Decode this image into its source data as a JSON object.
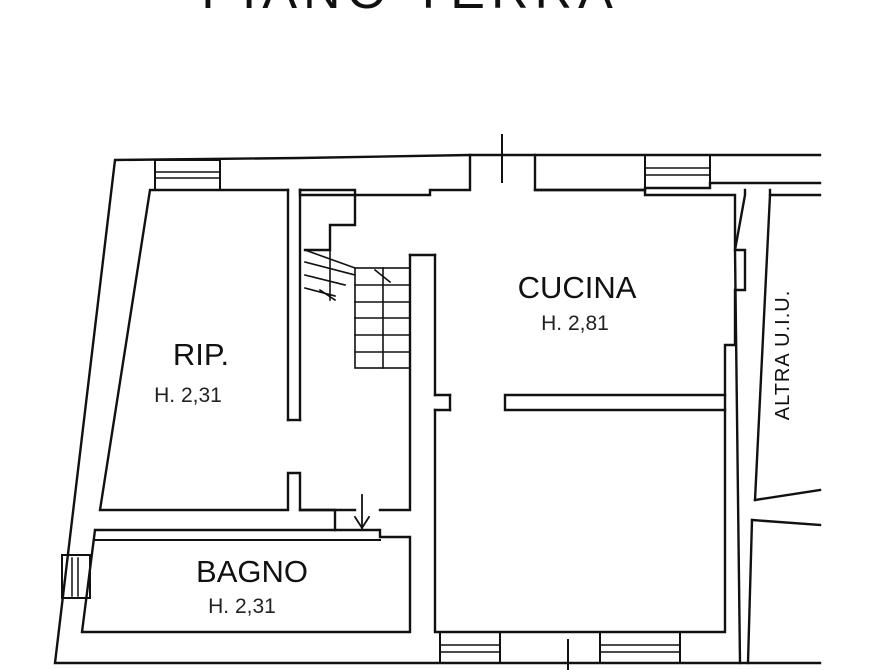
{
  "title": "PIANO TERRA",
  "rooms": [
    {
      "name": "CUCINA",
      "height": "H. 2,81"
    },
    {
      "name": "RIP.",
      "height": "H. 2,31"
    },
    {
      "name": "BAGNO",
      "height": "H. 2,31"
    }
  ],
  "side_label": "ALTRA U.I.U.",
  "colors": {
    "wall": "#111111",
    "background": "#ffffff"
  }
}
